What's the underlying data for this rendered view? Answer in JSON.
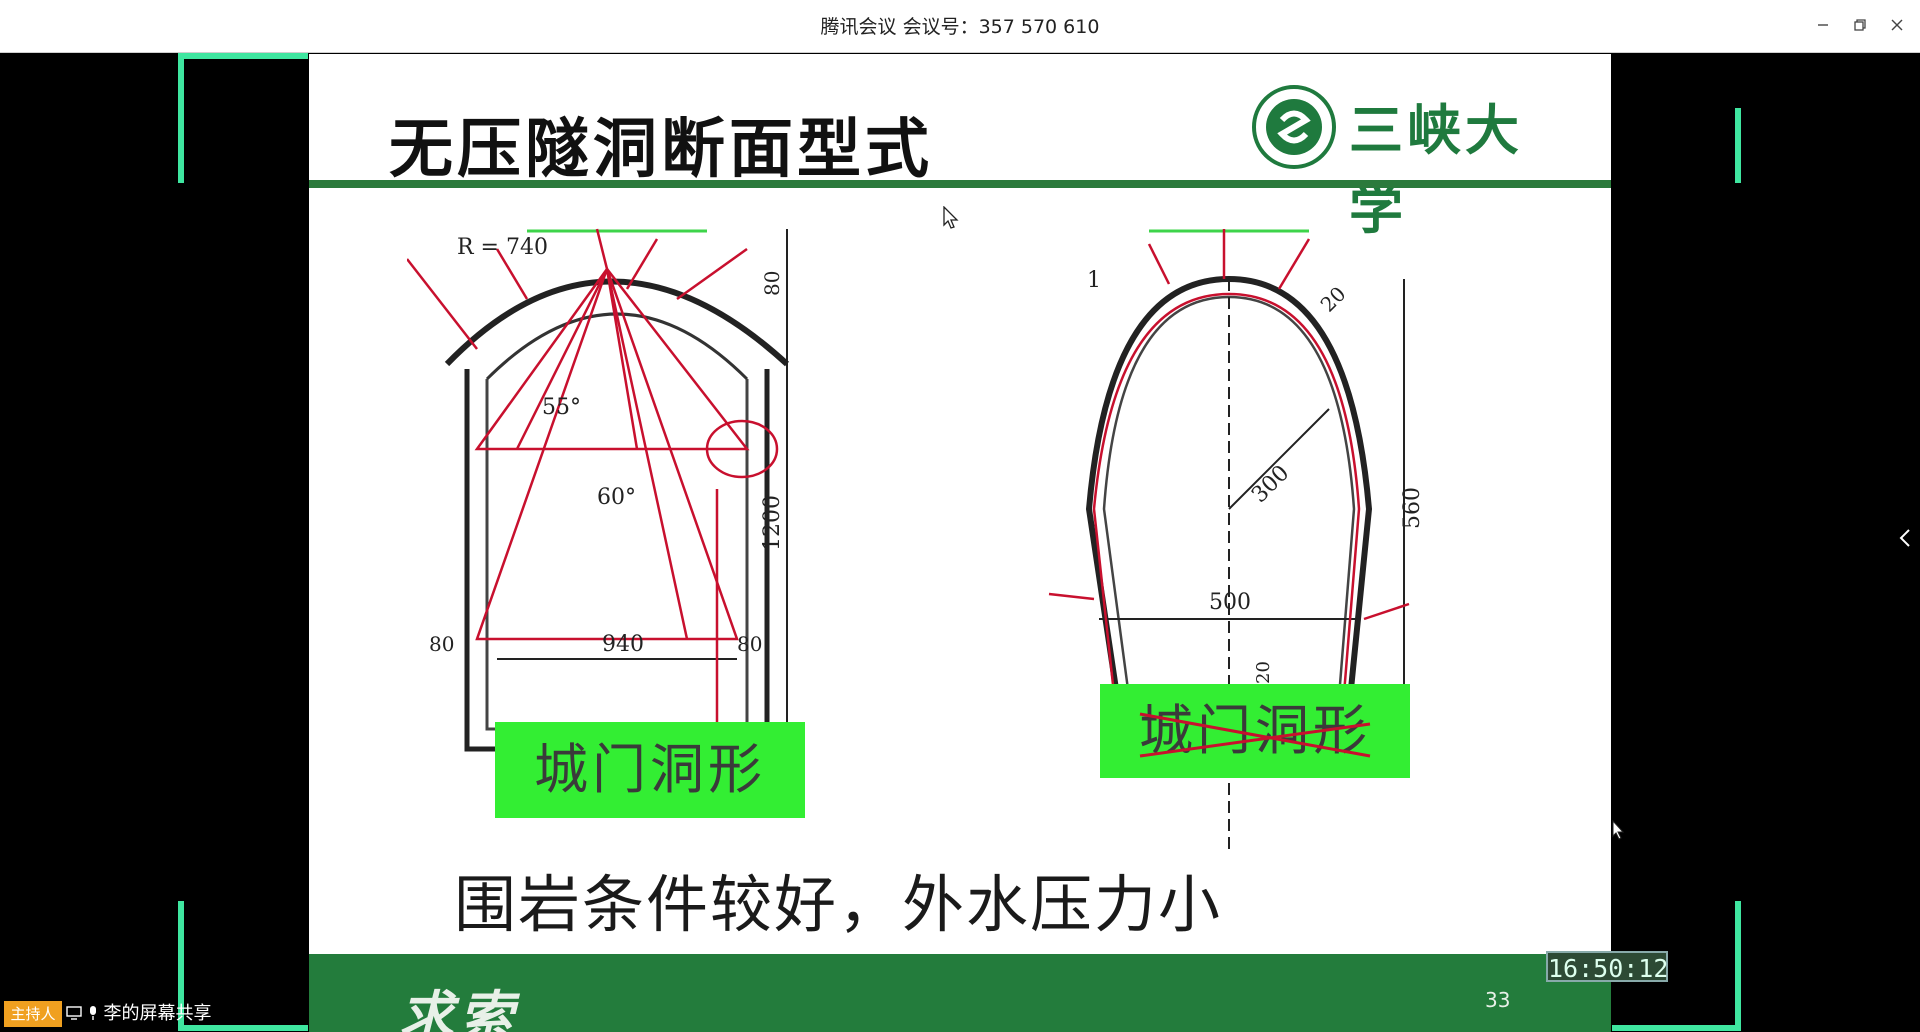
{
  "window": {
    "title": "腾讯会议 会议号：357 570 610",
    "minimize_icon": "minimize-icon",
    "restore_icon": "restore-icon",
    "close_icon": "close-icon"
  },
  "slide": {
    "title": "无压隧洞断面型式",
    "logo_text": "三峡大学",
    "left_figure": {
      "radius_label": "R = 740",
      "angle1": "55°",
      "angle2": "60°",
      "dim_top": "80",
      "dim_height": "1200",
      "dim_width": "940",
      "dim_left": "80",
      "dim_right": "80",
      "dim_bottom": "80",
      "shape_name": "城门洞形"
    },
    "right_figure": {
      "callout": "1",
      "dim_thick": "20",
      "dim_radius": "300",
      "dim_height": "560",
      "dim_width": "500",
      "dim_bottom": "20",
      "shape_name": "城门洞形"
    },
    "caption": "围岩条件较好，外水压力小",
    "footer_motto": "求索",
    "page_number": "33"
  },
  "clock": "16:50:12",
  "status": {
    "host_badge": "主持人",
    "share_label": "李的屏幕共享"
  },
  "colors": {
    "accent_green": "#2b7a3c",
    "label_green": "#33ee33",
    "annotation_red": "#c8102e",
    "corner_green": "#3fe6a0"
  }
}
